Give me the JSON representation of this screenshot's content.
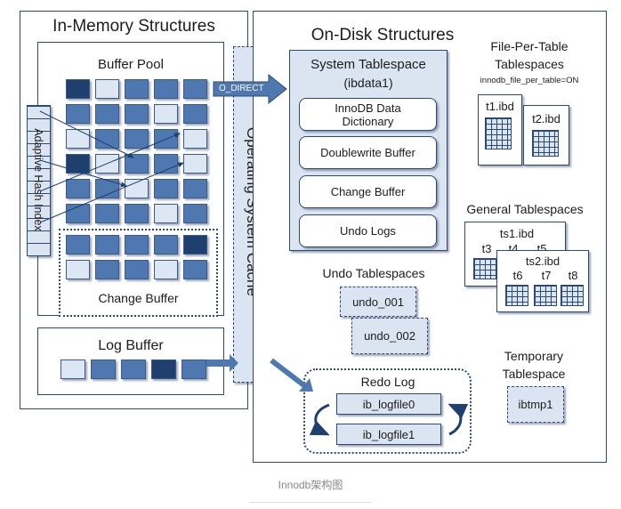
{
  "in_memory": {
    "title": "In-Memory Structures",
    "buffer_pool": {
      "title": "Buffer Pool"
    },
    "adaptive_hash_index": "Adaptive Hash Index",
    "change_buffer": "Change Buffer",
    "log_buffer": "Log Buffer"
  },
  "os_cache": {
    "label": "Operating System Cache",
    "o_direct": "O_DIRECT"
  },
  "on_disk": {
    "title": "On-Disk Structures",
    "system_tablespace": {
      "title": "System Tablespace",
      "subtitle": "(ibdata1)",
      "items": [
        "InnoDB Data Dictionary",
        "Doublewrite Buffer",
        "Change Buffer",
        "Undo Logs"
      ]
    },
    "file_per_table": {
      "title_line1": "File-Per-Table",
      "title_line2": "Tablespaces",
      "setting": "innodb_file_per_table=ON",
      "files": [
        "t1.ibd",
        "t2.ibd"
      ]
    },
    "general": {
      "title": "General Tablespaces",
      "ts1": {
        "name": "ts1.ibd",
        "tables": [
          "t3",
          "t4",
          "t5"
        ]
      },
      "ts2": {
        "name": "ts2.ibd",
        "tables": [
          "t6",
          "t7",
          "t8"
        ]
      }
    },
    "undo_tablespaces": {
      "title": "Undo Tablespaces",
      "files": [
        "undo_001",
        "undo_002"
      ]
    },
    "redo_log": {
      "title": "Redo Log",
      "files": [
        "ib_logfile0",
        "ib_logfile1"
      ]
    },
    "temporary": {
      "title_line1": "Temporary",
      "title_line2": "Tablespace",
      "file": "ibtmp1"
    }
  },
  "caption": "Innodb架构图",
  "colors": {
    "border": "#2c4a74",
    "light_fill": "#dbe5f1",
    "dark_block": "#1f3f6e",
    "mid_block": "#4f78b0",
    "light_block": "#a9c0de"
  },
  "page_blocks": {
    "buffer_pool_rows": [
      [
        "dark",
        "light",
        "mid",
        "mid",
        "mid"
      ],
      [
        "mid",
        "mid",
        "mid",
        "light",
        "mid"
      ],
      [
        "light",
        "mid",
        "mid",
        "mid",
        "light"
      ],
      [
        "dark",
        "light",
        "mid",
        "mid",
        "light"
      ],
      [
        "mid",
        "mid",
        "light",
        "mid",
        "mid"
      ],
      [
        "mid",
        "mid",
        "mid",
        "light",
        "mid"
      ]
    ],
    "change_buffer_rows": [
      [
        "mid",
        "mid",
        "mid",
        "mid",
        "dark"
      ],
      [
        "light",
        "mid",
        "mid",
        "light",
        "mid"
      ]
    ],
    "log_buffer": [
      "light",
      "mid",
      "mid",
      "dark",
      "mid"
    ]
  }
}
